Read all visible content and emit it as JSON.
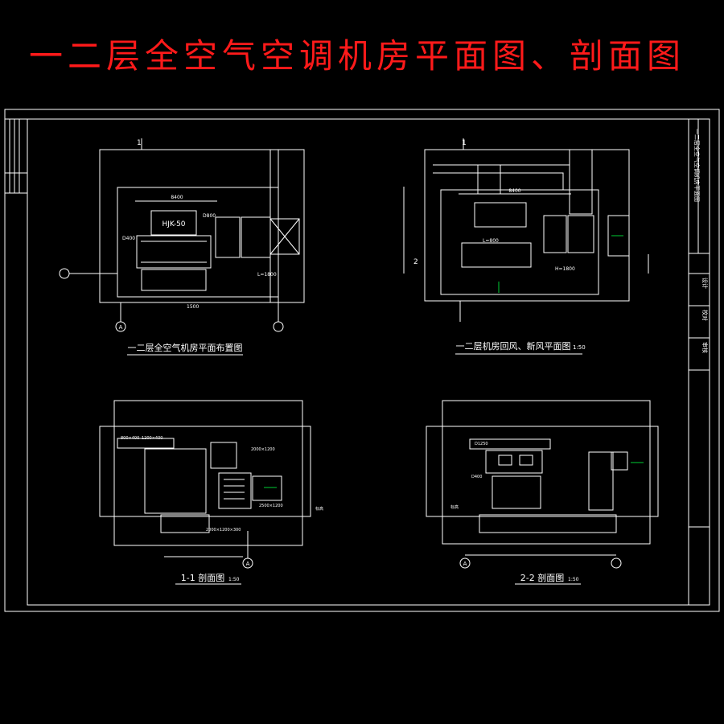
{
  "page_title": "一二层全空气空调机房平面图、剖面图",
  "views": {
    "plan1": {
      "caption": "一二层全空气机房平面布置图",
      "unit_label": "HJK-50",
      "dim_top": "8400",
      "dim_right": "L=1800",
      "dim_bottom": "1500",
      "duct_left": "D400",
      "duct_right": "D800",
      "axis_marker": "A",
      "section_mark": "1"
    },
    "plan2": {
      "caption": "一二层机房回风、新风平面图",
      "scale": "1:50",
      "dim_top": "8400",
      "dim_right": "H=1800",
      "dim_mid": "L=800",
      "section_mark_top": "1",
      "section_mark_side": "2"
    },
    "section1": {
      "caption": "1-1 剖面图",
      "scale": "1:50",
      "dim_a": "800×400",
      "dim_b": "1200×400",
      "dim_c": "2000×1200",
      "dim_d": "2500×1200",
      "dim_e": "2000×1200×300",
      "level": "标高",
      "axis_marker": "A"
    },
    "section2": {
      "caption": "2-2 剖面图",
      "scale": "1:50",
      "dim_a": "D1250",
      "dim_b": "D400",
      "level": "标高",
      "axis_marker": "A"
    }
  },
  "title_block": {
    "row1": "一二层全空气空调机房平面图",
    "row2": "设计",
    "row3": "校对",
    "row4": "审核"
  },
  "colors": {
    "line": "#ffffff",
    "title": "#ff1a1a",
    "accent": "#00cc33"
  }
}
